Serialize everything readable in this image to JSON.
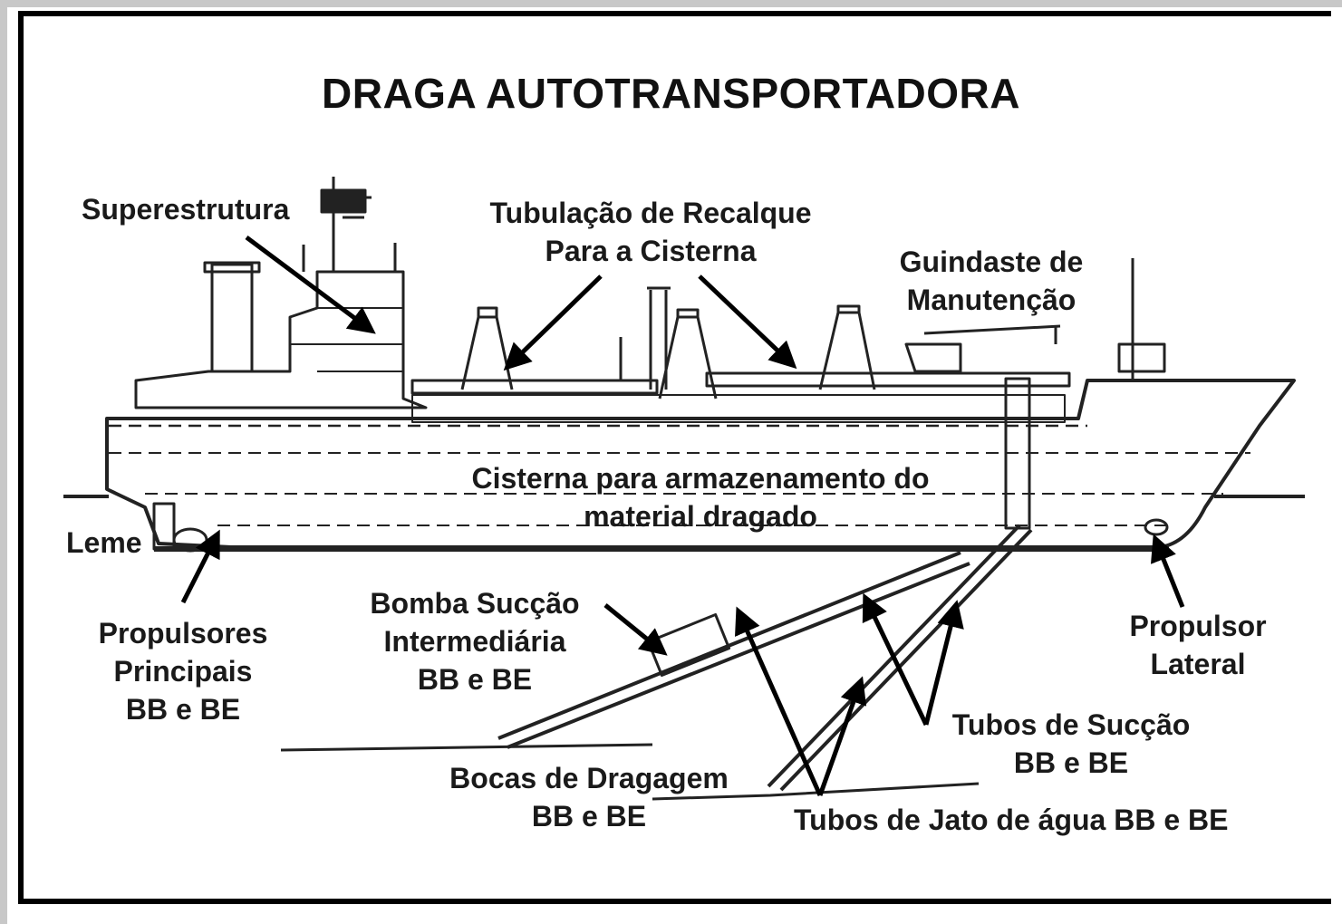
{
  "title": "DRAGA AUTOTRANSPORTADORA",
  "labels": {
    "superestrutura": "Superestrutura",
    "tubulacao_l1": "Tubulação de Recalque",
    "tubulacao_l2": "Para a Cisterna",
    "guindaste_l1": "Guindaste de",
    "guindaste_l2": "Manutenção",
    "cisterna_l1": "Cisterna para armazenamento do",
    "cisterna_l2": "material dragado",
    "leme": "Leme",
    "propulsores_l1": "Propulsores",
    "propulsores_l2": "Principais",
    "propulsores_l3": "BB e BE",
    "bomba_l1": "Bomba Sucção",
    "bomba_l2": "Intermediária",
    "bomba_l3": "BB e BE",
    "propulsor_lateral_l1": "Propulsor",
    "propulsor_lateral_l2": "Lateral",
    "tubos_succao_l1": "Tubos de Sucção",
    "tubos_succao_l2": "BB e BE",
    "bocas_l1": "Bocas de Dragagem",
    "bocas_l2": "BB e BE",
    "tubos_jato": "Tubos de Jato de água BB e BE"
  },
  "colors": {
    "ink": "#1a1a1a",
    "frame_bg": "#c8c8c8",
    "paper": "#ffffff"
  }
}
